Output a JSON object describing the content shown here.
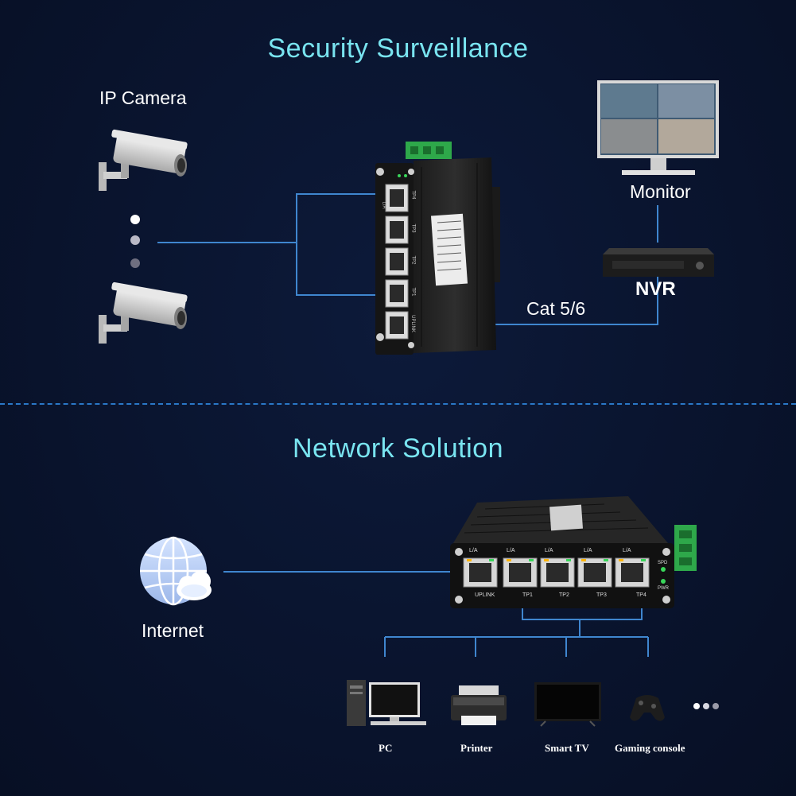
{
  "sections": {
    "top_title": "Security Surveillance",
    "bottom_title": "Network Solution"
  },
  "top": {
    "camera_label": "IP Camera",
    "monitor_label": "Monitor",
    "nvr_label": "NVR",
    "cable_label": "Cat 5/6",
    "switch_ports": [
      "TP4",
      "TP3",
      "TP2",
      "TP1",
      "UPLINK"
    ],
    "switch_port_indicator": "L/A"
  },
  "bottom": {
    "internet_label": "Internet",
    "switch_port_top_labels": [
      "L/A",
      "L/A",
      "L/A",
      "L/A",
      "L/A"
    ],
    "switch_port_bottom_labels": [
      "UPLINK",
      "TP1",
      "TP2",
      "TP3",
      "TP4"
    ],
    "switch_leds": [
      "SPD",
      "PWR"
    ],
    "devices": [
      {
        "label": "PC",
        "icon": "pc-icon"
      },
      {
        "label": "Printer",
        "icon": "printer-icon"
      },
      {
        "label": "Smart TV",
        "icon": "tv-icon"
      },
      {
        "label": "Gaming console",
        "icon": "gamepad-icon"
      }
    ]
  },
  "colors": {
    "title": "#79e4f0",
    "line": "#3f86cf",
    "background": "#0a1530",
    "terminal": "#2fb24a"
  }
}
